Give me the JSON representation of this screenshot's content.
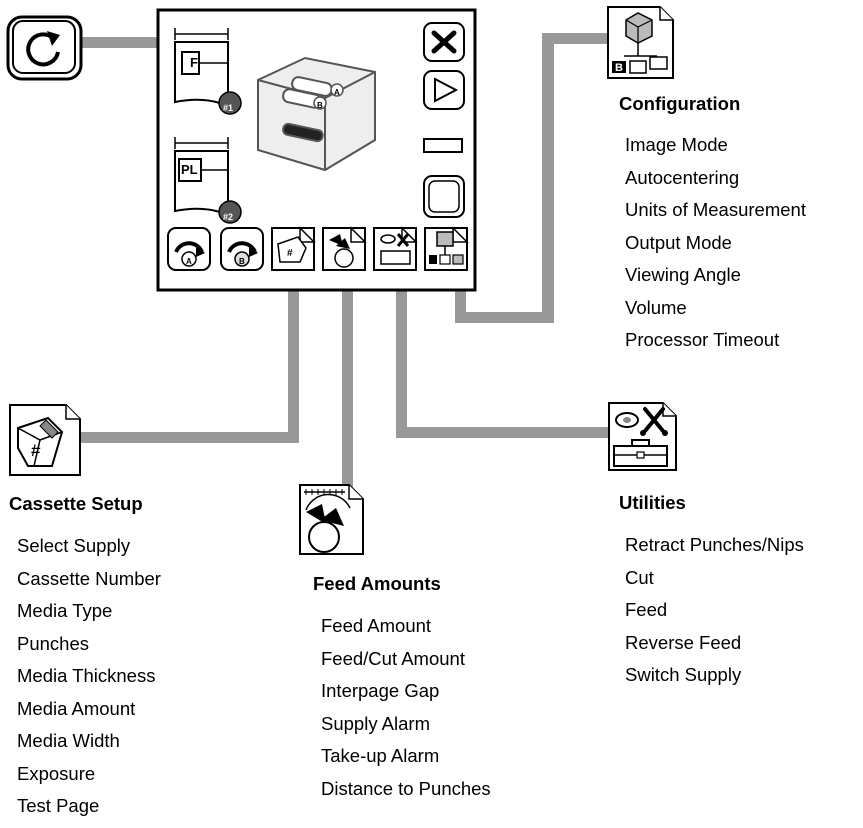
{
  "colors": {
    "connector": "#999999",
    "panel_border": "#000000",
    "button_fill": "#ffffff",
    "accent_fill": "#bfbfbf"
  },
  "main_panel": {
    "cassette_1_label": "F",
    "cassette_1_badge": "#1",
    "cassette_2_label": "PL",
    "cassette_2_badge": "#2",
    "roll_label_b": "B",
    "roll_label_a": "A",
    "side_buttons": [
      "close-icon",
      "play-icon",
      "status-bar",
      "blank-button"
    ],
    "bottom_buttons": [
      "rotate-a-icon",
      "rotate-b-icon",
      "cassette-setup-icon",
      "feed-amounts-icon",
      "utilities-icon",
      "configuration-icon"
    ],
    "rotate_a_label": "A",
    "rotate_b_label": "B"
  },
  "reset_button": {
    "icon": "refresh-icon"
  },
  "configuration": {
    "icon": "configuration-icon",
    "icon_letter": "B",
    "title": "Configuration",
    "items": [
      "Image Mode",
      "Autocentering",
      "Units of Measurement",
      "Output Mode",
      "Viewing Angle",
      "Volume",
      "Processor Timeout"
    ]
  },
  "cassette_setup": {
    "icon": "cassette-setup-icon",
    "icon_symbol": "#",
    "title": "Cassette Setup",
    "items": [
      "Select Supply",
      "Cassette Number",
      "Media Type",
      "Punches",
      "Media Thickness",
      "Media Amount",
      "Media Width",
      "Exposure",
      "Test Page"
    ]
  },
  "feed_amounts": {
    "icon": "feed-amounts-icon",
    "title": "Feed Amounts",
    "items": [
      "Feed Amount",
      "Feed/Cut Amount",
      "Interpage Gap",
      "Supply Alarm",
      "Take-up Alarm",
      "Distance to Punches"
    ]
  },
  "utilities": {
    "icon": "utilities-icon",
    "title": "Utilities",
    "items": [
      "Retract Punches/Nips",
      "Cut",
      "Feed",
      "Reverse Feed",
      "Switch Supply"
    ]
  }
}
